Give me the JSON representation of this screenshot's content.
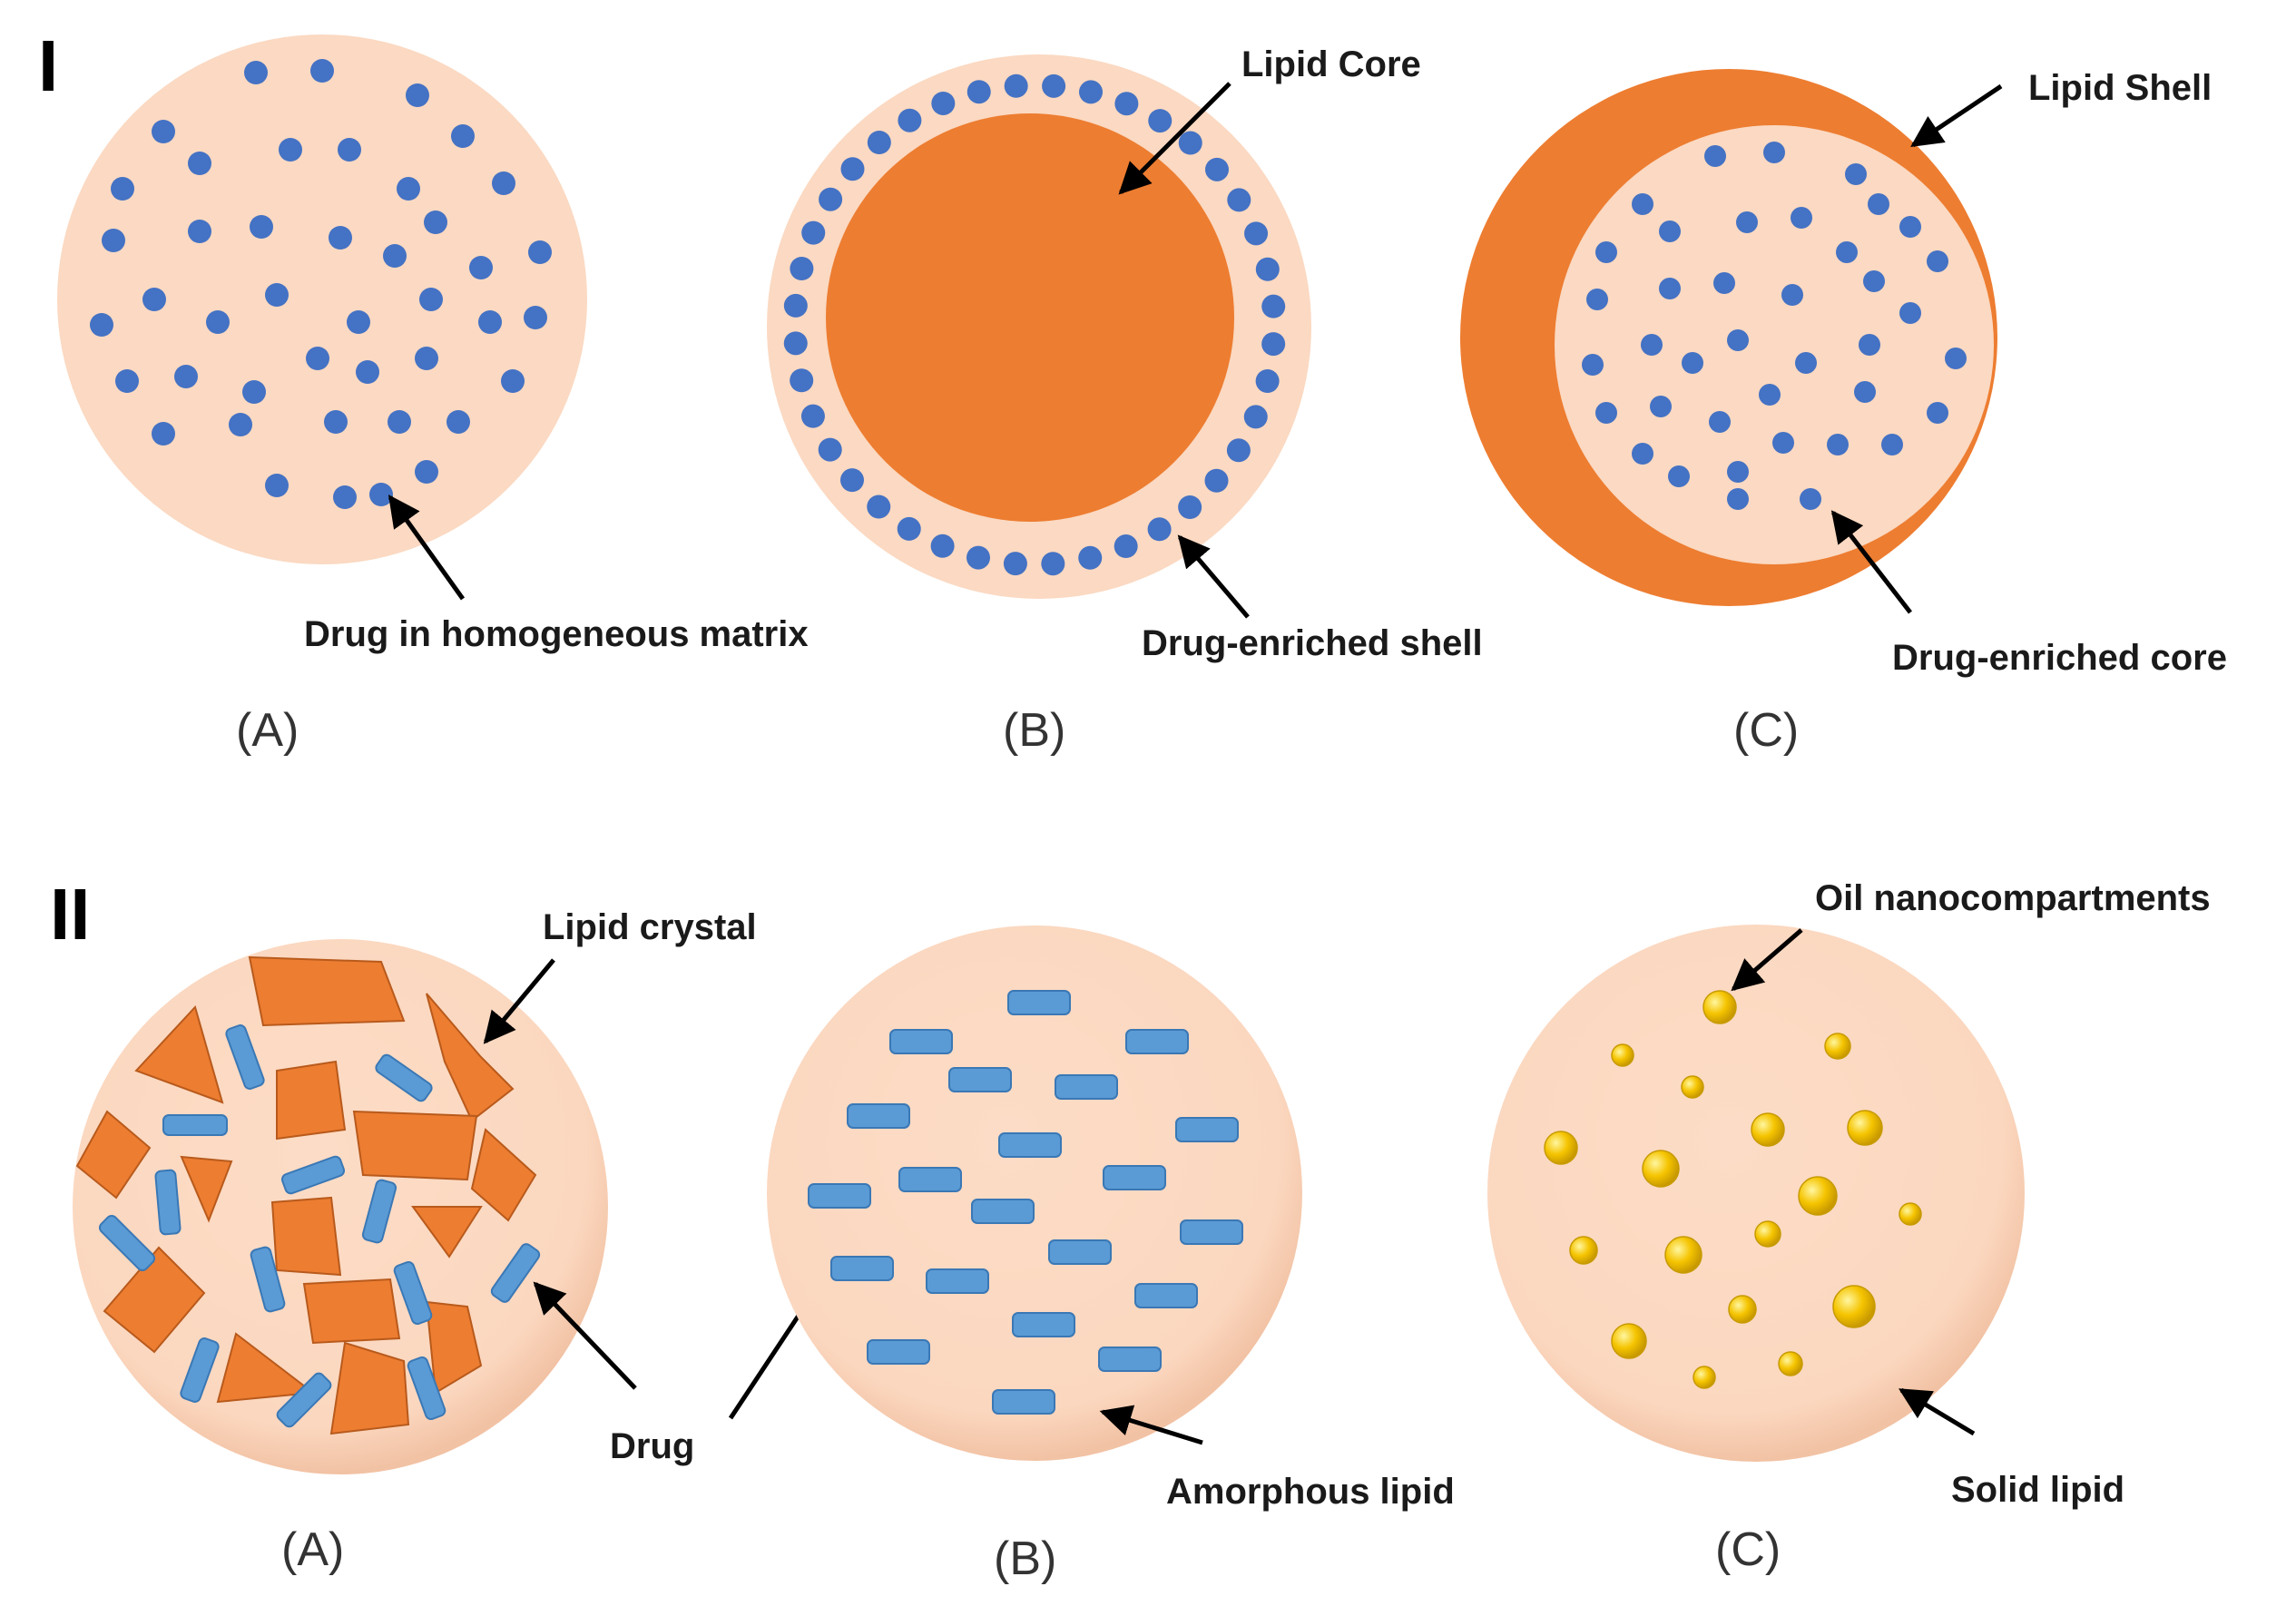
{
  "sections": {
    "section_1": "I",
    "section_2": "II"
  },
  "panels": {
    "i_a": {
      "sublabel": "(A)",
      "label": "Drug in homogeneous matrix"
    },
    "i_b": {
      "sublabel": "(B)",
      "label_core": "Lipid Core",
      "label_shell": "Drug-enriched shell"
    },
    "i_c": {
      "sublabel": "(C)",
      "label_shell": "Lipid Shell",
      "label_core": "Drug-enriched core"
    },
    "ii_a": {
      "sublabel": "(A)",
      "label_crystal": "Lipid crystal",
      "label_drug": "Drug"
    },
    "ii_b": {
      "sublabel": "(B)",
      "label_amorphous": "Amorphous lipid"
    },
    "ii_c": {
      "sublabel": "(C)",
      "label_oil": "Oil nanocompartments",
      "label_solid": "Solid lipid"
    }
  },
  "colors": {
    "matrix": "#fbd9c2",
    "lipid": "#ed7d31",
    "drug_dot": "#4472c4",
    "drug_rect": "#5b9bd5",
    "oil": "#f5c400",
    "arrow": "#000000"
  }
}
